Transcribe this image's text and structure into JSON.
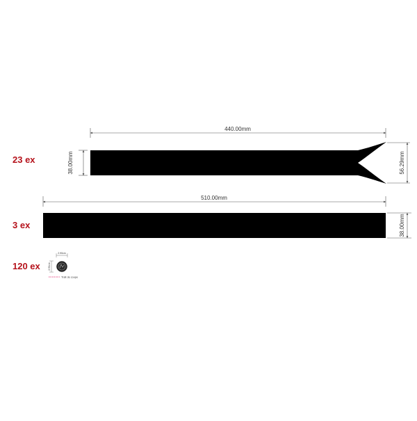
{
  "pieces": [
    {
      "quantity_label": "23 ex",
      "shape": "ribbon strip with V-notch (swallowtail) end",
      "length_label": "440.00mm",
      "height_label": "38.00mm",
      "tail_height_label": "56.29mm"
    },
    {
      "quantity_label": "3 ex",
      "shape": "plain rectangular strip",
      "length_label": "510.00mm",
      "height_label": "38.00mm"
    },
    {
      "quantity_label": "120 ex",
      "shape": "small round sticker",
      "width_label": "2.90cm",
      "height_label": "2.90cm",
      "cut_line_legend": "Trait de coupe"
    }
  ],
  "colors": {
    "fill": "#000000",
    "quantity_text": "#b5121b",
    "dimension_line": "#555555",
    "cut_line": "#e8508a"
  }
}
